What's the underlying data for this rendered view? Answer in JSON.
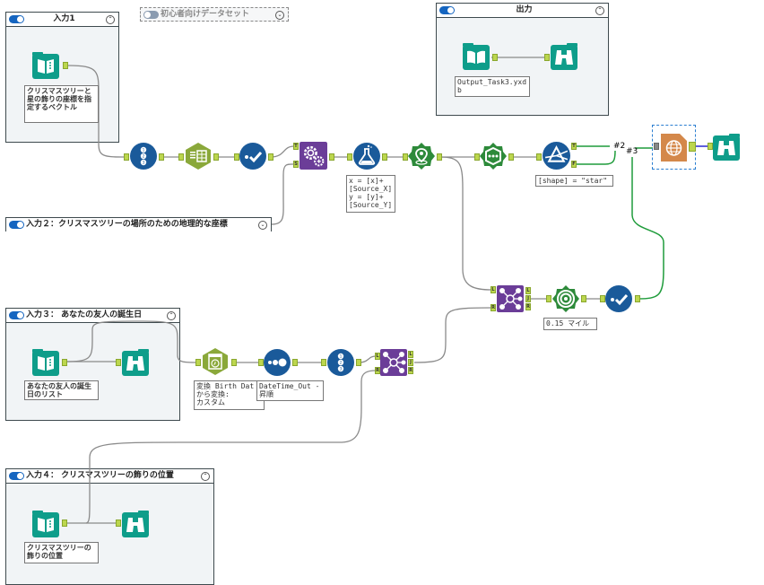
{
  "canvas": {
    "wire_color": "#8a8a8a",
    "wire_color_green": "#1f9c3b",
    "wire_color_blue": "#2a2ad0"
  },
  "containers": {
    "input1": {
      "title": "入力1",
      "enabled": true
    },
    "input2": {
      "title": "入力２：クリスマスツリーの場所のための地理的な座標",
      "enabled": true
    },
    "input3": {
      "title": "入力３： あなたの友人の誕生日",
      "enabled": true
    },
    "input4": {
      "title": "入力４： クリスマスツリーの飾りの位置",
      "enabled": true
    },
    "output": {
      "title": "出力",
      "enabled": true
    },
    "beginner": {
      "title": "初心者向けデータセット",
      "enabled": false
    }
  },
  "annotations": {
    "input1_tool": "クリスマスツリーと星の飾りの座標を指定するベクトル",
    "output_tool": "Output_Task3.yxdb",
    "formula": "x = [x]+\n[Source_X]\ny = [y]+\n[Source_Y]",
    "filter": "[shape] = \"star\"",
    "input3_tool": "あなたの友人の誕生日のリスト",
    "datetime": "変換 Birth Dat\nから変換:\nカスタム",
    "sort": "DateTime_Out -\n昇順",
    "buffer": "0.15 マイル",
    "input4_tool": "クリスマスツリーの飾りの位置"
  },
  "wireless_labels": {
    "hash2": "#2",
    "hash3": "#3"
  },
  "anchors": {
    "T": "T",
    "F": "F",
    "S": "S",
    "L": "L",
    "J": "J",
    "R": "R"
  },
  "tools": [
    {
      "id": "input1-data-input",
      "icon": "book-icon"
    },
    {
      "id": "record-id",
      "icon": "record-id-icon"
    },
    {
      "id": "text-to-columns",
      "icon": "table-icon"
    },
    {
      "id": "select",
      "icon": "check-icon"
    },
    {
      "id": "append-fields",
      "icon": "gears-icon"
    },
    {
      "id": "formula",
      "icon": "flask-icon"
    },
    {
      "id": "create-points",
      "icon": "map-pin-icon"
    },
    {
      "id": "poly-build",
      "icon": "spatial-icon"
    },
    {
      "id": "filter",
      "icon": "filter-prism-icon"
    },
    {
      "id": "render",
      "icon": "globe-icon"
    },
    {
      "id": "browse-final",
      "icon": "binoculars-icon"
    },
    {
      "id": "output-input",
      "icon": "book-icon"
    },
    {
      "id": "output-browse",
      "icon": "binoculars-icon"
    },
    {
      "id": "input3-data-input",
      "icon": "book-icon"
    },
    {
      "id": "input3-browse",
      "icon": "binoculars-icon"
    },
    {
      "id": "datetime",
      "icon": "calendar-clock-icon"
    },
    {
      "id": "sort",
      "icon": "sort-icon"
    },
    {
      "id": "record-id-2",
      "icon": "record-id-icon"
    },
    {
      "id": "join-1",
      "icon": "join-icon"
    },
    {
      "id": "join-2",
      "icon": "join-icon"
    },
    {
      "id": "trade-area",
      "icon": "target-icon"
    },
    {
      "id": "select-2",
      "icon": "check-icon"
    },
    {
      "id": "input4-data-input",
      "icon": "book-icon"
    },
    {
      "id": "input4-browse",
      "icon": "binoculars-icon"
    }
  ]
}
